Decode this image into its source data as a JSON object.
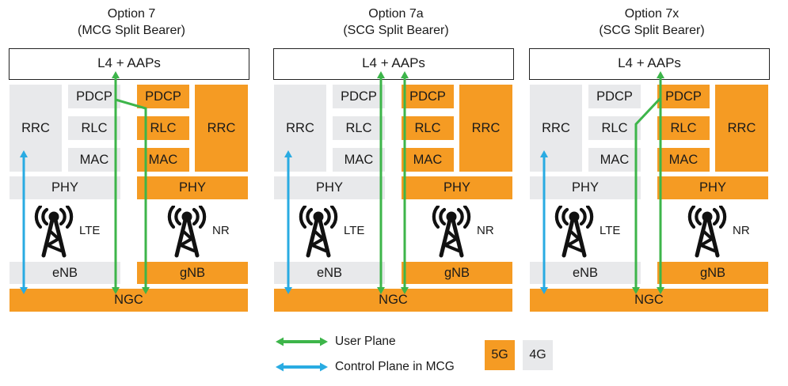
{
  "colors": {
    "5g": "#f59b23",
    "4g": "#e8e9eb",
    "user_plane": "#3db54a",
    "control_plane": "#29abe2"
  },
  "panels": [
    {
      "title": "Option 7",
      "subtitle": "(MCG Split Bearer)",
      "split_point": "lte-pdcp",
      "app_layer": "L4 + AAPs",
      "lte": {
        "rrc": "RRC",
        "pdcp": "PDCP",
        "rlc": "RLC",
        "mac": "MAC",
        "phy": "PHY",
        "radio": "LTE",
        "node": "eNB",
        "icon": "cell-tower-icon"
      },
      "nr": {
        "rrc": "RRC",
        "pdcp": "PDCP",
        "rlc": "RLC",
        "mac": "MAC",
        "phy": "PHY",
        "radio": "NR",
        "node": "gNB",
        "icon": "cell-tower-icon"
      },
      "core": "NGC"
    },
    {
      "title": "Option 7a",
      "subtitle": "(SCG Split Bearer)",
      "split_point": "none",
      "app_layer": "L4 + AAPs",
      "lte": {
        "rrc": "RRC",
        "pdcp": "PDCP",
        "rlc": "RLC",
        "mac": "MAC",
        "phy": "PHY",
        "radio": "LTE",
        "node": "eNB",
        "icon": "cell-tower-icon"
      },
      "nr": {
        "rrc": "RRC",
        "pdcp": "PDCP",
        "rlc": "RLC",
        "mac": "MAC",
        "phy": "PHY",
        "radio": "NR",
        "node": "gNB",
        "icon": "cell-tower-icon"
      },
      "core": "NGC"
    },
    {
      "title": "Option 7x",
      "subtitle": "(SCG Split Bearer)",
      "split_point": "nr-pdcp",
      "app_layer": "L4 + AAPs",
      "lte": {
        "rrc": "RRC",
        "pdcp": "PDCP",
        "rlc": "RLC",
        "mac": "MAC",
        "phy": "PHY",
        "radio": "LTE",
        "node": "eNB",
        "icon": "cell-tower-icon"
      },
      "nr": {
        "rrc": "RRC",
        "pdcp": "PDCP",
        "rlc": "RLC",
        "mac": "MAC",
        "phy": "PHY",
        "radio": "NR",
        "node": "gNB",
        "icon": "cell-tower-icon"
      },
      "core": "NGC"
    }
  ],
  "legend": {
    "user_plane": "User Plane",
    "control_plane": "Control Plane in MCG",
    "swatches": [
      {
        "label": "5G",
        "color": "#f59b23"
      },
      {
        "label": "4G",
        "color": "#e8e9eb"
      }
    ]
  }
}
